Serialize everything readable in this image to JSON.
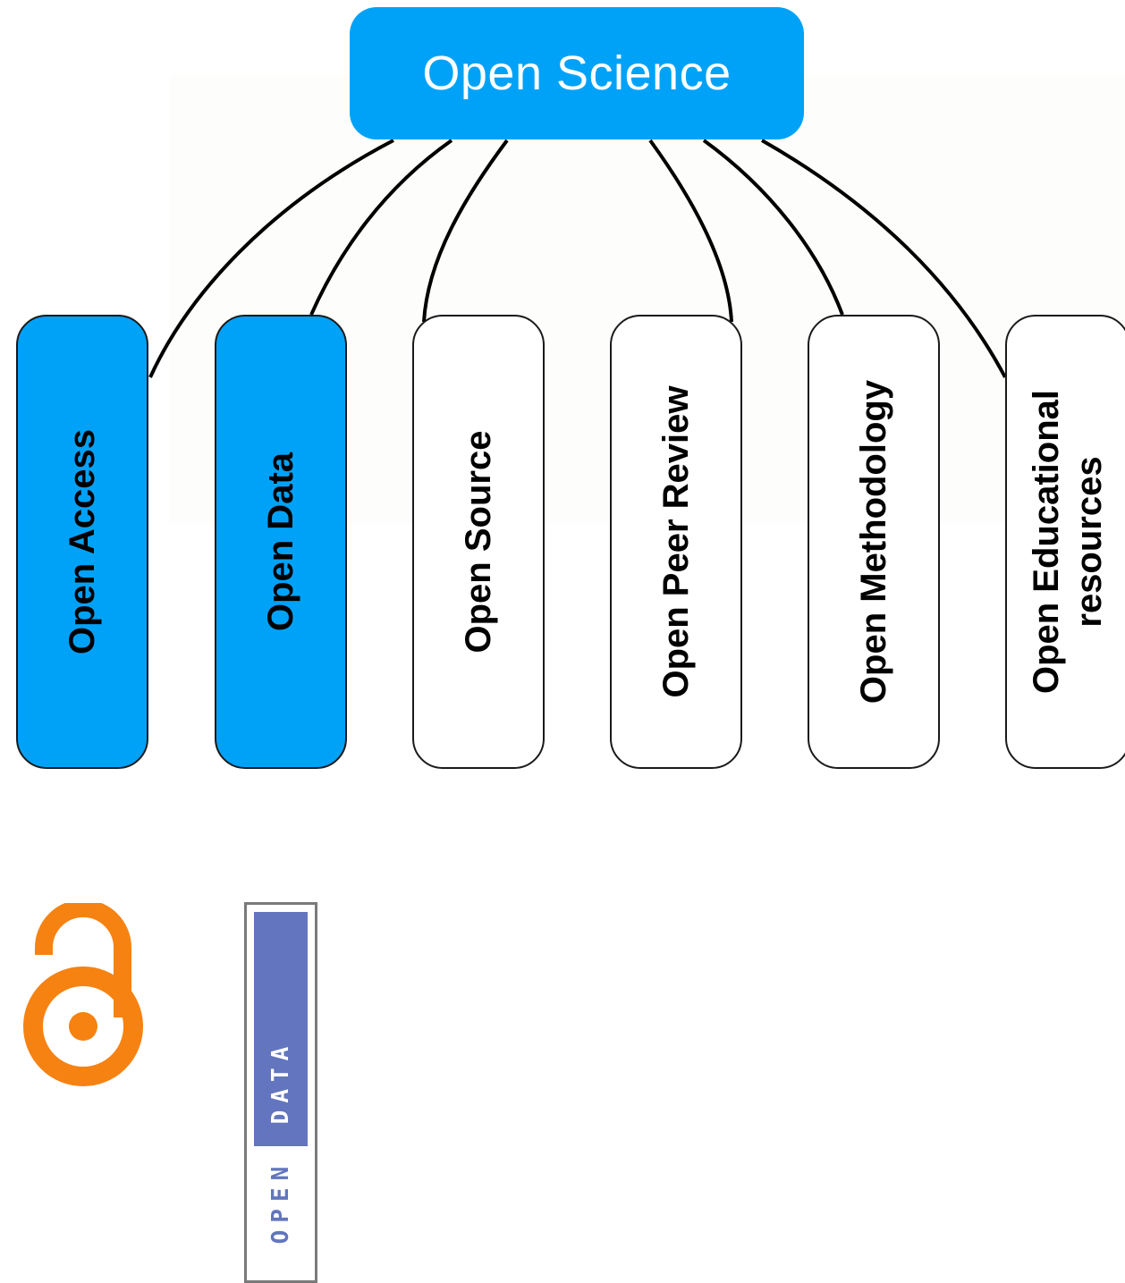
{
  "title": "Open Science",
  "branches": [
    {
      "label": "Open Access",
      "filled": true
    },
    {
      "label": "Open Data",
      "filled": true
    },
    {
      "label": "Open Source",
      "filled": false
    },
    {
      "label": "Open Peer Review",
      "filled": false
    },
    {
      "label": "Open Methodology",
      "filled": false
    },
    {
      "label": "Open Educational resources",
      "filled": false
    }
  ],
  "colors": {
    "accent": "#00a2f8",
    "open_access_logo": "#f68212",
    "open_data_badge": "#6275be"
  },
  "logos": {
    "open_access": {
      "icon": "open-access-lock-icon"
    },
    "open_data": {
      "open_text": "OPEN",
      "data_text": "DATA"
    }
  }
}
